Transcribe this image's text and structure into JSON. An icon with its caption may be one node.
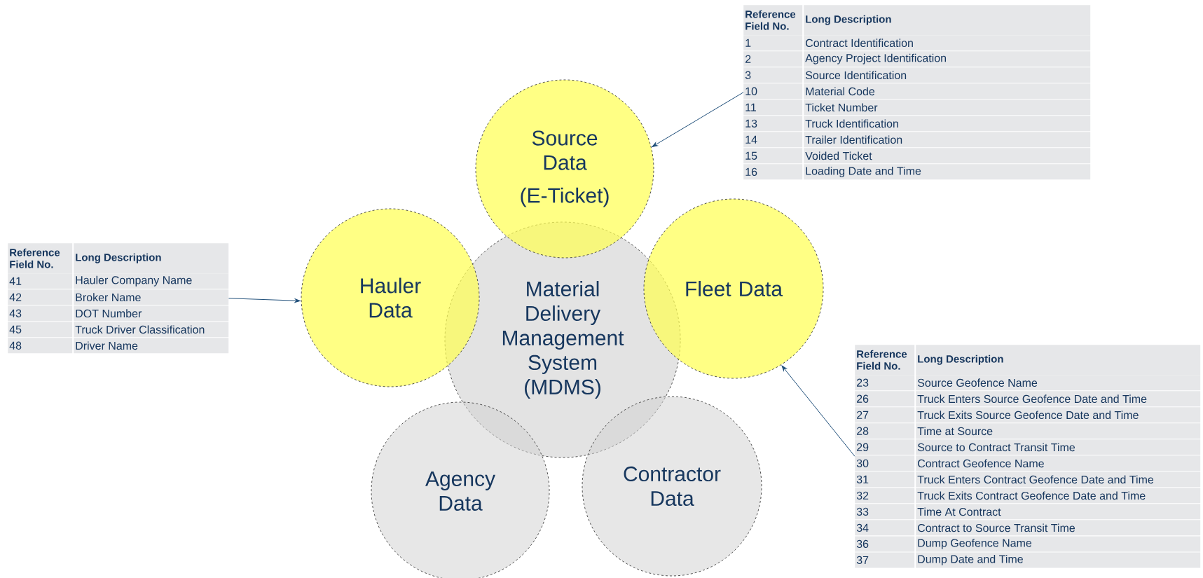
{
  "diagram": {
    "nodes": [
      {
        "text": [
          "Source Data",
          "(E-Ticket)"
        ]
      },
      {
        "text": [
          "Hauler Data"
        ]
      },
      {
        "text": [
          "Material Delivery Management System (MDMS)"
        ]
      },
      {
        "text": [
          "Fleet Data"
        ]
      },
      {
        "text": [
          "Agency Data"
        ]
      },
      {
        "text": [
          "Contractor Data"
        ]
      },
      {
        "text": [
          "Reference Field No.",
          "Long Description",
          "1",
          "Contract Identification",
          "2",
          "Agency Project Identification",
          "3",
          "Source Identification",
          "10",
          "Material Code",
          "11",
          "Ticket Number",
          "13",
          "Truck Identification",
          "14",
          "Trailer Identification",
          "15",
          "Voided Ticket",
          "16",
          "Loading Date and Time"
        ]
      },
      {
        "text": [
          "Reference Field No.",
          "Long Description",
          "41",
          "Hauler Company Name",
          "42",
          "Broker Name",
          "43",
          "DOT Number",
          "45",
          "Truck Driver Classification",
          "48",
          "Driver Name"
        ]
      },
      {
        "text": [
          "Reference Field No.",
          "Long Description",
          "23",
          "Source Geofence Name",
          "26",
          "Truck Enters Source Geofence Date and Time",
          "27",
          "Truck Exits Source Geofence Date and Time",
          "28",
          "Time at Source",
          "29",
          "Source to Contract Transit Time",
          "30",
          "Contract Geofence Name",
          "31",
          "Truck Enters Contract Geofence Date and Time",
          "32",
          "Truck Exits Contract Geofence Date and Time",
          "33",
          "Time At Contract",
          "34",
          "Contract to Source Transit Time",
          "36",
          "Dump Geofence Name",
          "37",
          "Dump Date and Time"
        ]
      }
    ],
    "edges": [
      {
        "from": 6,
        "to": 0,
        "arrow": "to"
      },
      {
        "from": 7,
        "to": 1,
        "arrow": "to"
      },
      {
        "from": 8,
        "to": 3,
        "arrow": "to"
      }
    ]
  }
}
